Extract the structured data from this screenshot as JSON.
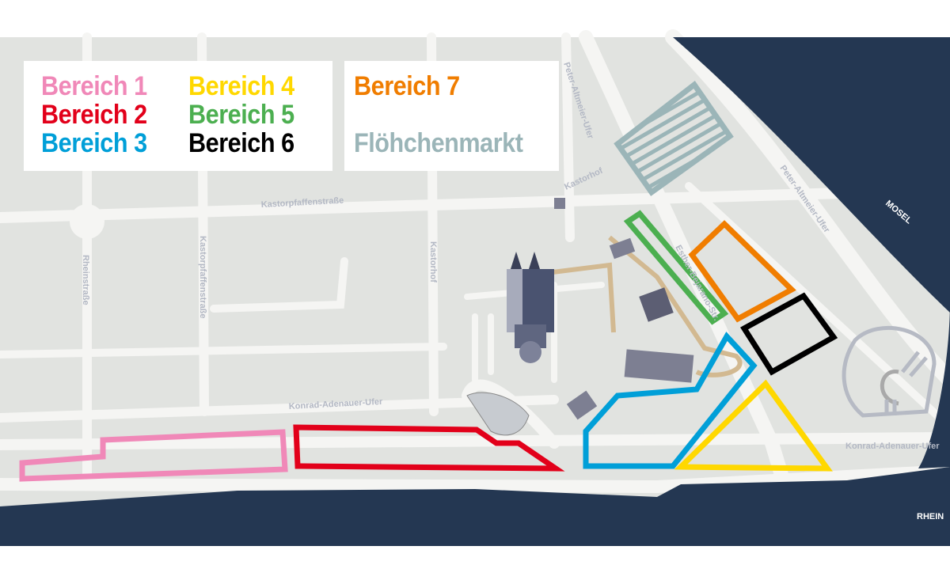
{
  "legend": {
    "areas": [
      {
        "label": "Bereich 1",
        "color": "#f088b8"
      },
      {
        "label": "Bereich 2",
        "color": "#e2001a"
      },
      {
        "label": "Bereich 3",
        "color": "#009fd8"
      },
      {
        "label": "Bereich 4",
        "color": "#ffd800"
      },
      {
        "label": "Bereich 5",
        "color": "#4caf50"
      },
      {
        "label": "Bereich 6",
        "color": "#000000"
      },
      {
        "label": "Bereich 7",
        "color": "#f07d00"
      },
      {
        "label": "Flöhchenmarkt",
        "color": "#9bb5b8"
      }
    ]
  },
  "streets": {
    "peter_altmeier_ufer_1": "Peter-Altmeier-Ufer",
    "peter_altmeier_ufer_2": "Peter-Altmeier-Ufer",
    "kastorpfaffenstrasse_1": "Kastorpfaffenstraße",
    "kastorpfaffenstrasse_2": "Kastorpfaffenstraße",
    "kastorhof_1": "Kastorhof",
    "kastorhof_2": "Kastorhof",
    "rheinstrasse": "Rheinstraße",
    "konrad_adenauer_ufer_1": "Konrad-Adenauer-Ufer",
    "konrad_adenauer_ufer_2": "Konrad-Adenauer-Ufer",
    "esther_bejarano_str": "Esther-Bejarano-Str."
  },
  "rivers": {
    "mosel": "MOSEL",
    "rhein": "RHEIN"
  },
  "colors": {
    "water": "#243752",
    "land": "#e1e3e0",
    "road": "#f5f5f3"
  }
}
